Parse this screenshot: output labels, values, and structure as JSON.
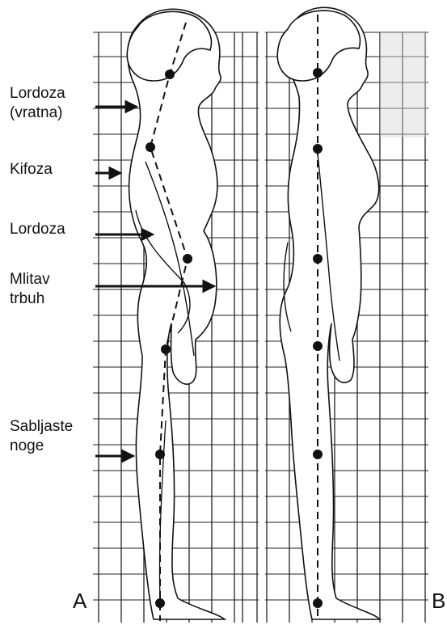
{
  "figure": {
    "labels": {
      "lordoza_vratna_1": "Lordoza",
      "lordoza_vratna_2": "(vratna)",
      "kifoza": "Kifoza",
      "lordoza": "Lordoza",
      "mlitav_1": "Mlitav",
      "mlitav_2": "trbuh",
      "sabljaste_1": "Sabljaste",
      "sabljaste_2": "noge"
    },
    "panel_a": "A",
    "panel_b": "B"
  },
  "colors": {
    "ink": "#111111",
    "grid": "#222222",
    "paper": "#ffffff"
  }
}
